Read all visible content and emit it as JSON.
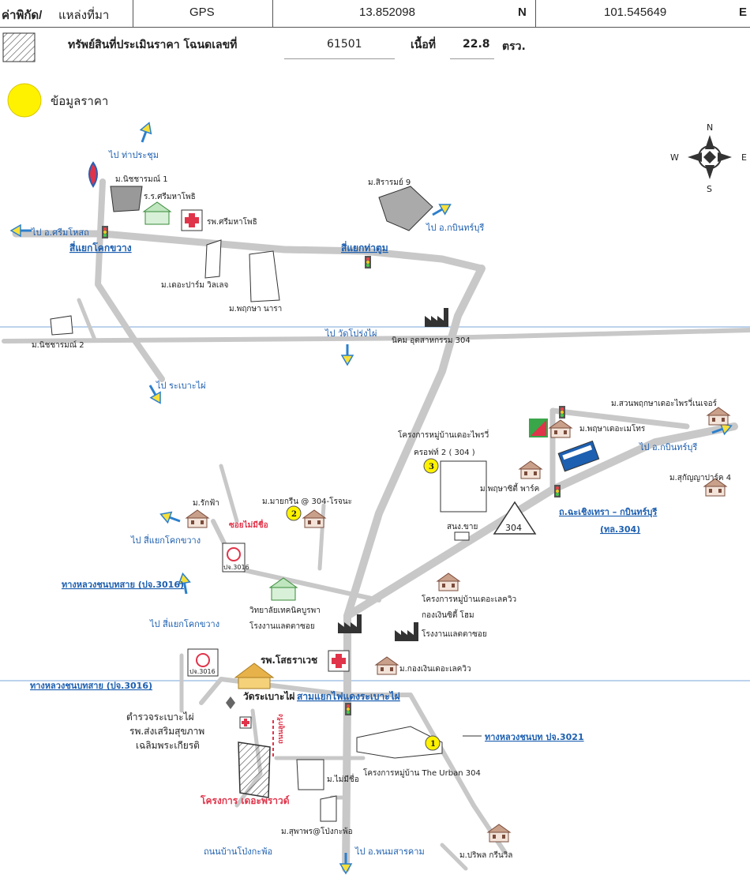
{
  "header": {
    "coord_label": "ค่าพิกัด/",
    "source_label": "แหล่งที่มา",
    "source_value": "GPS",
    "lat_value": "13.852098",
    "lat_dir": "N",
    "lon_value": "101.545649",
    "lon_dir": "E"
  },
  "property": {
    "label": "ทรัพย์สินที่ประเมินราคา โฉนดเลขที่",
    "deed_no": "61501",
    "area_label": "เนื้อที่",
    "area_value": "22.8",
    "area_unit": "ตรว."
  },
  "legend": {
    "price_info": "ข้อมูลราคา"
  },
  "compass": {
    "n": "N",
    "s": "S",
    "e": "E",
    "w": "W"
  },
  "labels": {
    "to_tha_prachum": "ไป ท่าประชุม",
    "m_nitcharamani_1": "ม.นิชชารมณ์ 1",
    "school_srimahaphot": "ร.ร.ศรีมหาโพธิ",
    "hosp_srimahaphot": "รพ.ศรีมหาโพธิ",
    "to_srimahaphot": "ไป อ.ศรีมโหสถ",
    "kok_khwang": "สี่แยกโคกขวาง",
    "m_the_farm": "ม.เดอะปาร์ม วิลเลจ",
    "m_pruksa_nara": "ม.พฤกษา นารา",
    "m_siraram_9": "ม.สิรารมย์ 9",
    "to_kabinburi_1": "ไป อ.กบินทร์บุรี",
    "tha_tum": "สี่แยกท่าตูม",
    "m_nitcharamani_2": "ม.นิชชารมณ์ 2",
    "to_wat_prong": "ไป วัดโปร่งไผ่",
    "industrial_estate": "นิคม อุตสาหกรรม 304",
    "to_rabao_phai": "ไป ระเบาะไผ่",
    "m_suan_pruksa": "ม.สวนพฤกษาเดอะไพรวี่เนเจอร์",
    "proj_privy_1": "โครงการหมู่บ้านเดอะไพรวี่",
    "proj_privy_2": "ครอฟท์ 2 ( 304 )",
    "m_pruksa_metro": "ม.พฤษาเดอะเมโทร",
    "to_kabinburi_2": "ไป อ.กบินทร์บุรี",
    "m_suchanya": "ม.สุกัญญาปาร์ค 4",
    "m_pruksa_city": "ม.พฤษาซิตี้ พาร์ค",
    "m_rakfa": "ม.รักฟ้า",
    "m_mayagreen": "ม.มายกรีน @ 304-โรจนะ",
    "soi_noname": "ซอยไม่มีชื่อ",
    "to_kok_khwang_1": "ไป สี่แยกโคกขวาง",
    "road_304_1": "ถ.ฉะเชิงเทรา – กบินทร์บุรี",
    "road_304_2": "(ทล.304)",
    "sign_304": "304",
    "sanong_khai": "สนง.ขาย",
    "ruralroad_3016_a": "ทางหลวงชนบทสาย (ปจ.3016)",
    "sign_3016": "ปจ.3016",
    "proj_lakeview_1": "โครงการหมู่บ้านเดอะเลควิว",
    "proj_lakeview_2": "กองเงินซิตี้ โฮม",
    "college": "วิทยาลัยเทคนิคบูรพา",
    "factory_1": "โรงงานแลตตาซอย",
    "factory_2": "โรงงานแลตตาซอย",
    "to_kok_khwang_2": "ไป สี่แยกโคกขวาง",
    "hosp_sothara": "รพ.โสธราเวช",
    "m_kongngoen": "ม.กองเงินเดอะเลควิว",
    "ruralroad_3016_b": "ทางหลวงชนบทสาย (ปจ.3016)",
    "wat_rabao": "วัดระเบาะไผ่",
    "sam_yaek": "สามแยกไฟแดงระเบาะไผ่",
    "police": "ตำรวจระเบาะไผ่",
    "health_1": "รพ.ส่งเสริมสุขภาพ",
    "health_2": "เฉลิมพระเกียรติ",
    "road_note": "ถนนลูกรัง",
    "m_noname": "ม.ไม่มีชื่อ",
    "proj_urban": "โครงการหมู่บ้าน The Urban 304",
    "ruralroad_3021": "ทางหลวงชนบท ปจ.3021",
    "proj_palace": "โครงการ เดอะพราวด์",
    "m_supaporn": "ม.สุพาพร@โป่งกะพ้อ",
    "road_pongkapho": "ถนนบ้านโป่งกะพ้อ",
    "to_phanom": "ไป อ.พนมสารคาม",
    "m_pariphon": "ม.ปริพล กรีนวิล",
    "marker_1": "1",
    "marker_2": "2",
    "marker_3": "3"
  }
}
